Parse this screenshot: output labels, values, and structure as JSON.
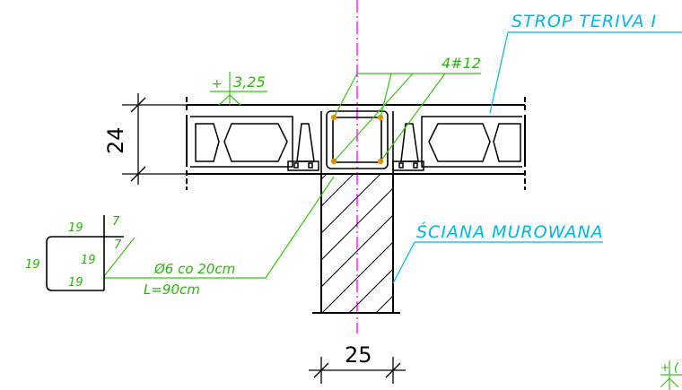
{
  "labels": {
    "strop": "STROP TERIVA I",
    "sciana": "ŚCIANA MUROWANA",
    "rebar_top": "4#12",
    "level_mark": "3,25",
    "level_plus": "+",
    "stirrup_spacing": "Ø6 co 20cm",
    "stirrup_length": "L=90cm",
    "dim_height": "24",
    "dim_width": "25",
    "corner_plus": "+",
    "corner_partial": "("
  },
  "stirrup_dims": {
    "top": "19",
    "left_outer": "19",
    "inner": "19",
    "bottom": "19",
    "hook_upper": "7",
    "hook_lower": "7"
  },
  "colors": {
    "outline": "#000000",
    "axis": "#ff00ff",
    "rebar_leader": "#3fbf1a",
    "rebar_text": "#2fb014",
    "annotation": "#00b4e6",
    "rebar_dot": "#ff8c00"
  }
}
